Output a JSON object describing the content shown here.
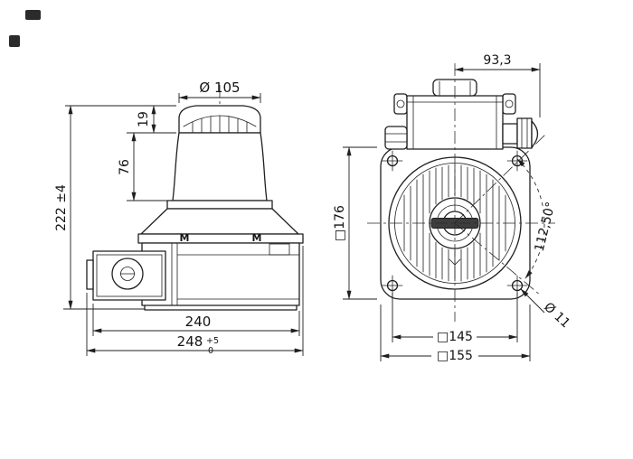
{
  "drawing": {
    "left_view": {
      "dim_drum_diameter": "Ø 105",
      "dim_cap_height": "19",
      "dim_drum_height": "76",
      "dim_overall_height": "222 ±4",
      "dim_body_width": "240",
      "dim_overall_width": "248",
      "dim_overall_width_tol_upper": "+5",
      "dim_overall_width_tol_lower": "0",
      "marking_m": "M"
    },
    "right_view": {
      "dim_center_to_gland": "93,3",
      "dim_flange_size": "□176",
      "dim_mount_angle": "112,50°",
      "dim_hole_diameter": "Ø 11",
      "dim_bolt_square": "□145",
      "dim_outer_square": "□155"
    },
    "colors": {
      "line": "#1f1f1f",
      "background": "#ffffff",
      "nameplate": "#3d3d3d"
    }
  }
}
